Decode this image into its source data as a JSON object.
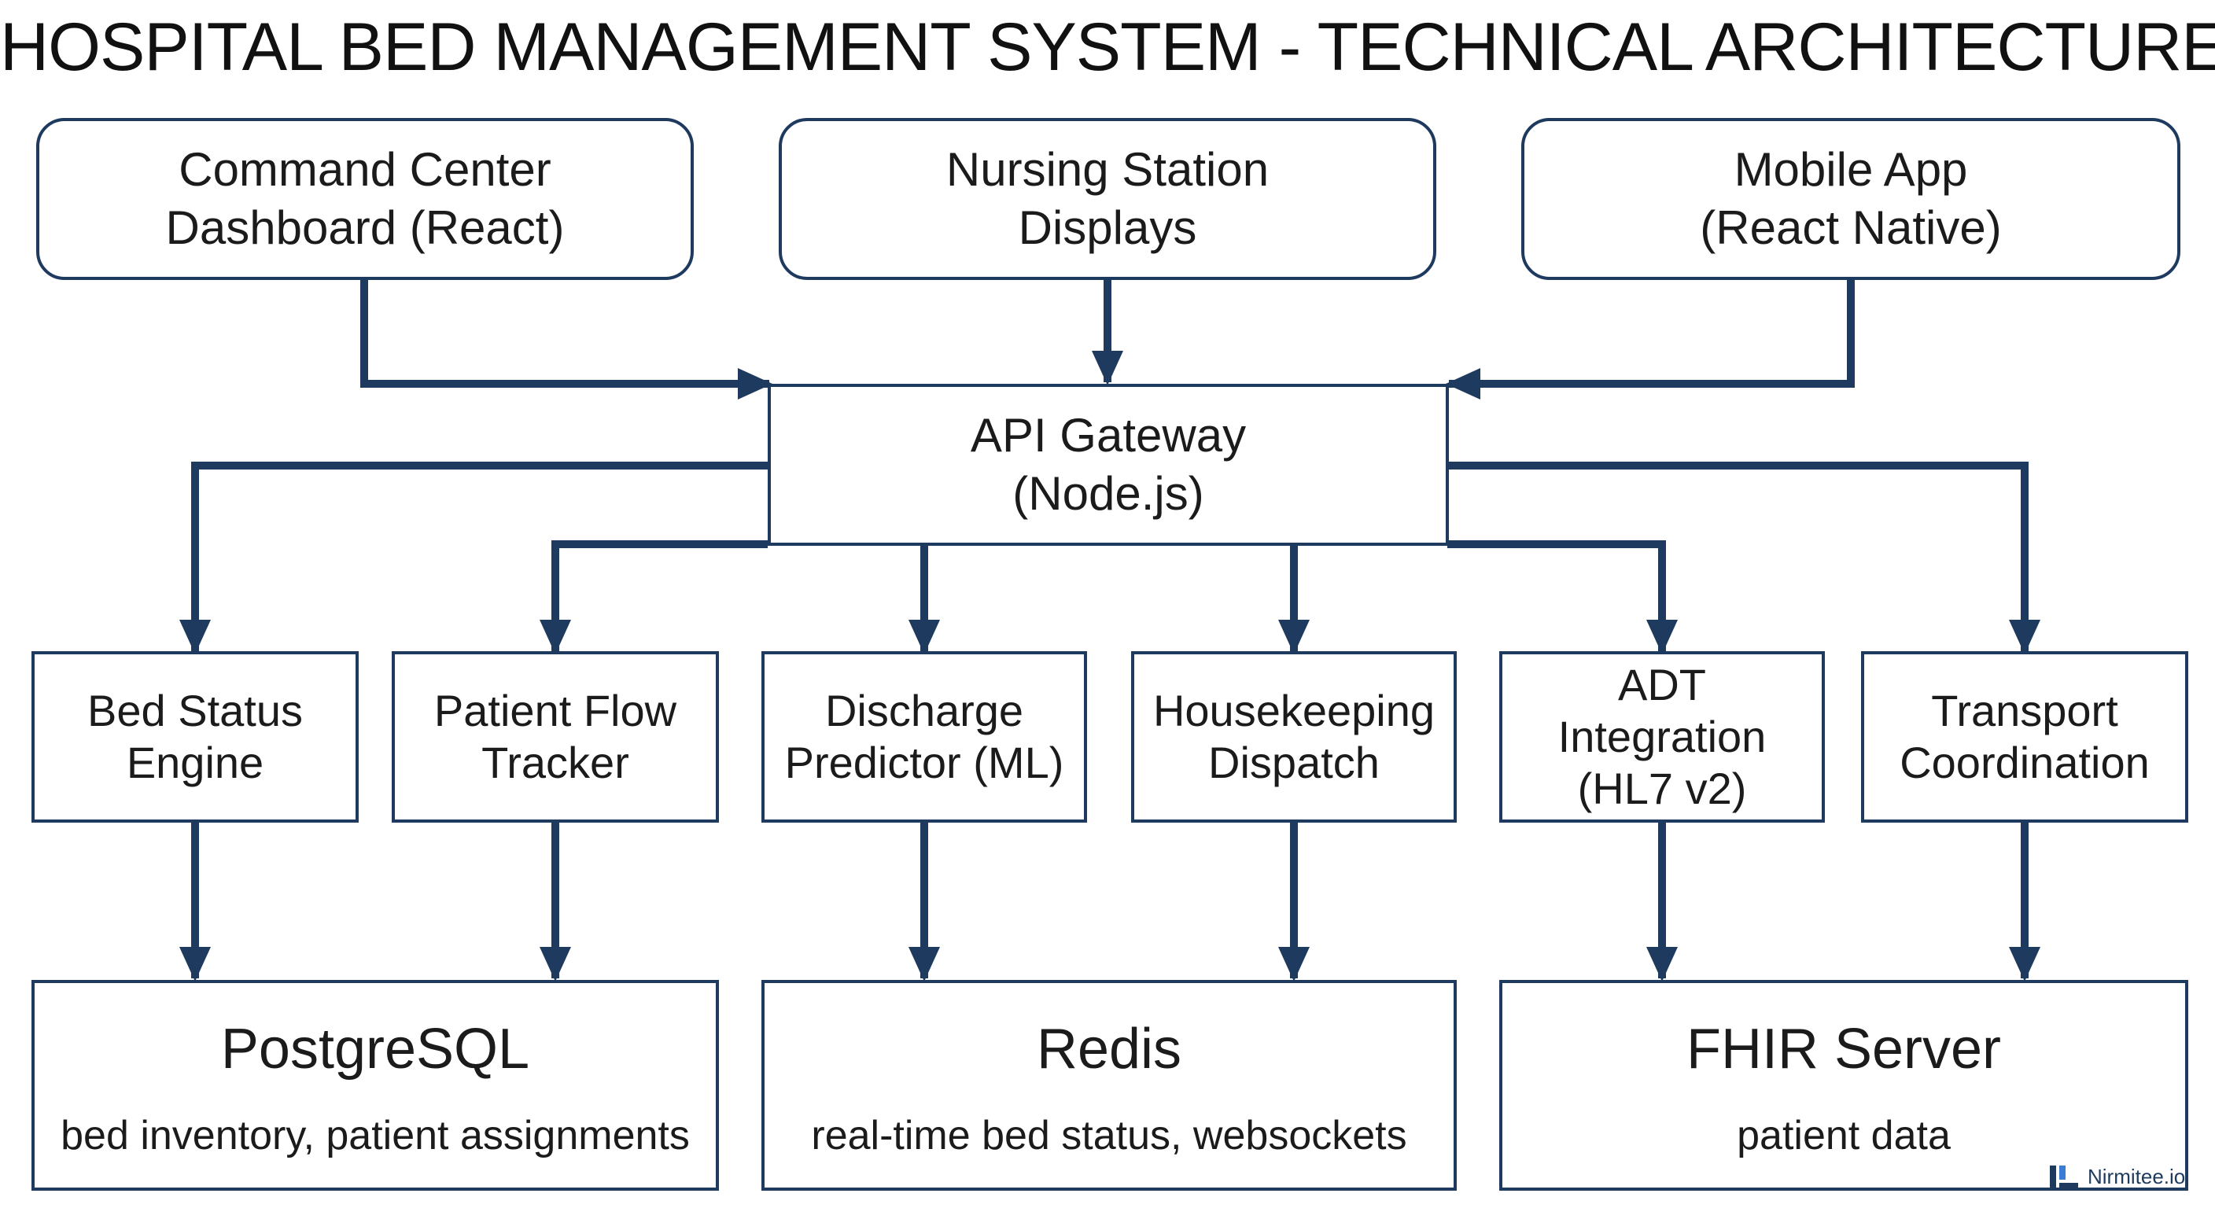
{
  "title": "HOSPITAL BED MANAGEMENT SYSTEM - TECHNICAL ARCHITECTURE",
  "clients": [
    {
      "id": "command-center",
      "label": "Command Center\nDashboard (React)"
    },
    {
      "id": "nursing-station",
      "label": "Nursing Station\nDisplays"
    },
    {
      "id": "mobile-app",
      "label": "Mobile App\n(React Native)"
    }
  ],
  "gateway": {
    "label": "API Gateway\n(Node.js)"
  },
  "services": [
    {
      "id": "bed-status-engine",
      "label": "Bed Status\nEngine"
    },
    {
      "id": "patient-flow-tracker",
      "label": "Patient Flow\nTracker"
    },
    {
      "id": "discharge-predictor",
      "label": "Discharge\nPredictor (ML)"
    },
    {
      "id": "housekeeping-dispatch",
      "label": "Housekeeping\nDispatch"
    },
    {
      "id": "adt-integration",
      "label": "ADT\nIntegration\n(HL7 v2)"
    },
    {
      "id": "transport-coordination",
      "label": "Transport\nCoordination"
    }
  ],
  "stores": [
    {
      "id": "postgresql",
      "name": "PostgreSQL",
      "desc": "bed inventory, patient assignments"
    },
    {
      "id": "redis",
      "name": "Redis",
      "desc": "real-time bed status, websockets"
    },
    {
      "id": "fhir-server",
      "name": "FHIR Server",
      "desc": "patient data"
    }
  ],
  "brand": {
    "text": "Nirmitee.io",
    "icon": "nirmitee-logo-icon"
  },
  "colors": {
    "stroke": "#1e3a5f",
    "text": "#1b1b1b",
    "background": "#ffffff"
  }
}
